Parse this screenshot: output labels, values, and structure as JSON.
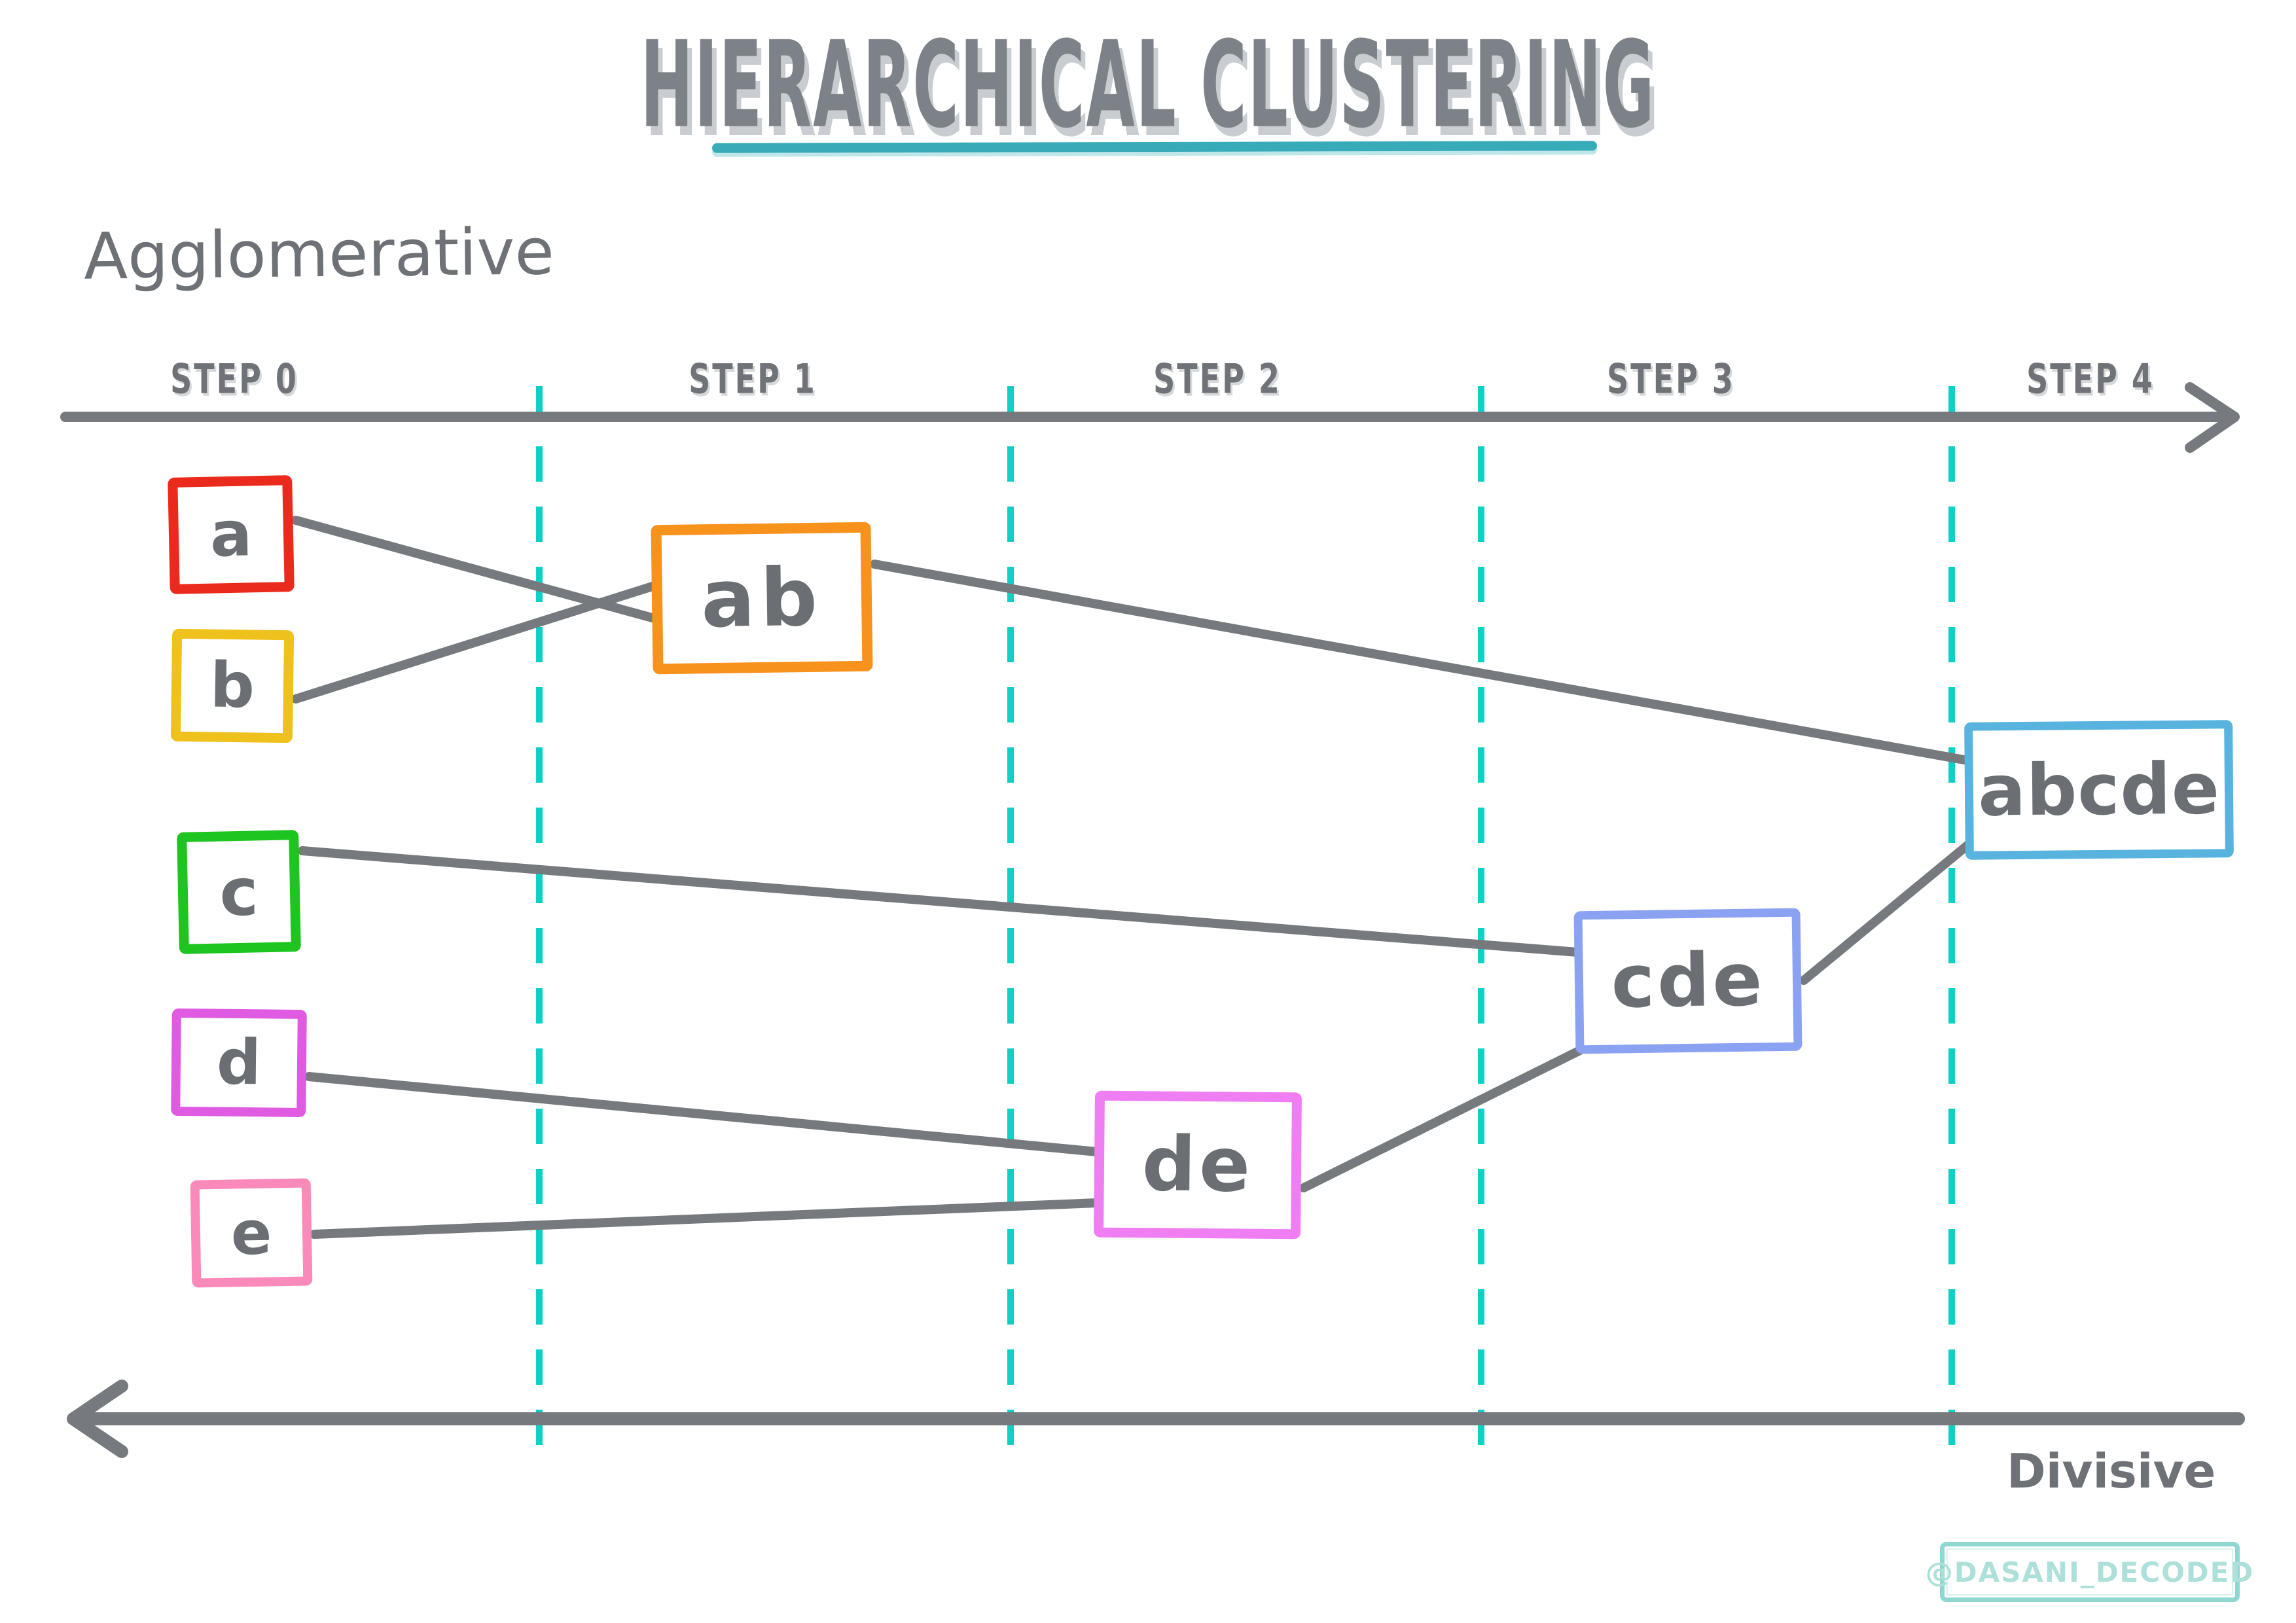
{
  "title": {
    "text": "HIERARCHICAL CLUSTERING",
    "underline_color": "#38abb8"
  },
  "method_labels": {
    "agglomerative": "Agglomerative",
    "divisive": "Divisive"
  },
  "timeline": {
    "steps": [
      "STEP 0",
      "STEP 1",
      "STEP 2",
      "STEP 3",
      "STEP 4"
    ]
  },
  "colors": {
    "text_gray": "#6e7276",
    "line_gray": "#76797d",
    "step_divider_teal": "#0fd0c5",
    "title_underline_teal": "#38abb8",
    "watermark_teal": "#aee0da",
    "watermark_border_teal": "#8fd8d2"
  },
  "nodes": {
    "a": {
      "label": "a",
      "color": "#ea2a1d",
      "step": 0
    },
    "b": {
      "label": "b",
      "color": "#efc11d",
      "step": 0
    },
    "c": {
      "label": "c",
      "color": "#1ec41f",
      "step": 0
    },
    "d": {
      "label": "d",
      "color": "#df5be2",
      "step": 0
    },
    "e": {
      "label": "e",
      "color": "#fa8aba",
      "step": 0
    },
    "ab": {
      "label": "ab",
      "color": "#f7921d",
      "step": 1
    },
    "de": {
      "label": "de",
      "color": "#ef7ef3",
      "step": 2
    },
    "cde": {
      "label": "cde",
      "color": "#8ba2f2",
      "step": 3
    },
    "abcde": {
      "label": "abcde",
      "color": "#58b4df",
      "step": 4
    }
  },
  "edges": [
    [
      "a",
      "ab"
    ],
    [
      "b",
      "ab"
    ],
    [
      "ab",
      "abcde"
    ],
    [
      "c",
      "cde"
    ],
    [
      "d",
      "de"
    ],
    [
      "e",
      "de"
    ],
    [
      "de",
      "cde"
    ],
    [
      "cde",
      "abcde"
    ]
  ],
  "watermark": {
    "text": "@DASANI_DECODED"
  }
}
